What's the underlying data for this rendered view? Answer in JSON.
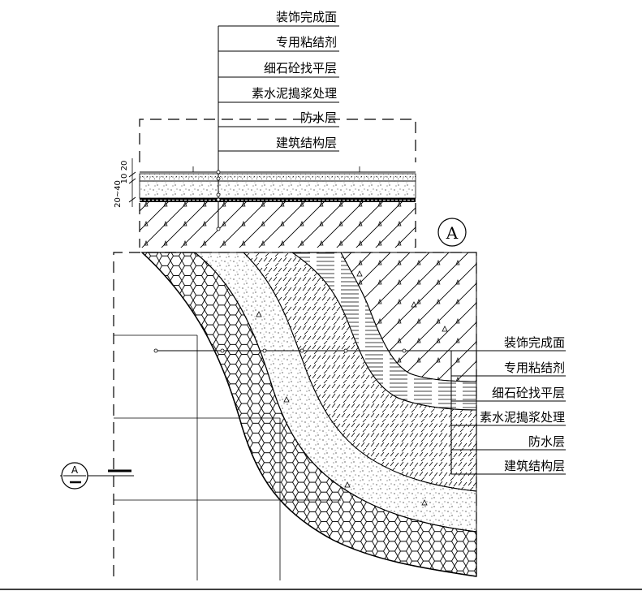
{
  "top_labels": [
    "装饰完成面",
    "专用粘结剂",
    "细石砼找平层",
    "素水泥搗浆处理",
    "防水层",
    "建筑结构层"
  ],
  "bottom_labels": [
    "装饰完成面",
    "专用粘结剂",
    "细石砼找平层",
    "素水泥搗浆处理",
    "防水层",
    "建筑结构层"
  ],
  "dimensions": [
    "20",
    "10",
    "20~40"
  ],
  "detail_marker": "A",
  "section_marker": "A"
}
